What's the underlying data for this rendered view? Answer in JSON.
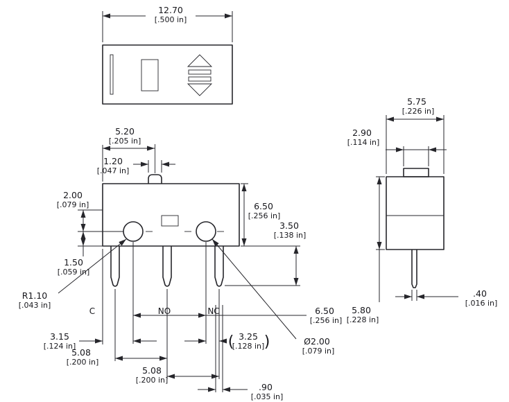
{
  "drawing": {
    "title": "Micro switch dimensional drawing",
    "terminals": {
      "c": "C",
      "no": "NO",
      "nc": "NC"
    },
    "ref_paren_open": "(",
    "ref_paren_close": ")",
    "dims": {
      "top_width": {
        "mm": "12.70",
        "in": "[.500 in]"
      },
      "button_offset": {
        "mm": "5.20",
        "in": "[.205 in]"
      },
      "button_width": {
        "mm": "1.20",
        "in": "[.047 in]"
      },
      "hole_top_offset": {
        "mm": "2.00",
        "in": "[.079 in]"
      },
      "body_height": {
        "mm": "6.50",
        "in": "[.256 in]"
      },
      "pin_length": {
        "mm": "3.50",
        "in": "[.138 in]"
      },
      "hole_bottom_offset": {
        "mm": "1.50",
        "in": "[.059 in]"
      },
      "radius": {
        "mm": "R1.10",
        "in": "[.043 in]"
      },
      "edge_to_hole": {
        "mm": "3.15",
        "in": "[.124 in]"
      },
      "ref_hole_to_pin": {
        "mm": "3.25",
        "in": "[.128 in]"
      },
      "hole_spacing": {
        "mm": "6.50",
        "in": "[.256 in]"
      },
      "hole_diameter": {
        "mm": "Ø2.00",
        "in": "[.079 in]"
      },
      "pin_pitch_1": {
        "mm": "5.08",
        "in": "[.200 in]"
      },
      "pin_pitch_2": {
        "mm": "5.08",
        "in": "[.200 in]"
      },
      "pin_width": {
        "mm": ".90",
        "in": "[.035 in]"
      },
      "side_width": {
        "mm": "5.75",
        "in": "[.226 in]"
      },
      "side_button_width": {
        "mm": "2.90",
        "in": "[.114 in]"
      },
      "side_depth": {
        "mm": "5.80",
        "in": "[.228 in]"
      },
      "side_pin_thickness": {
        "mm": ".40",
        "in": "[.016 in]"
      }
    }
  }
}
